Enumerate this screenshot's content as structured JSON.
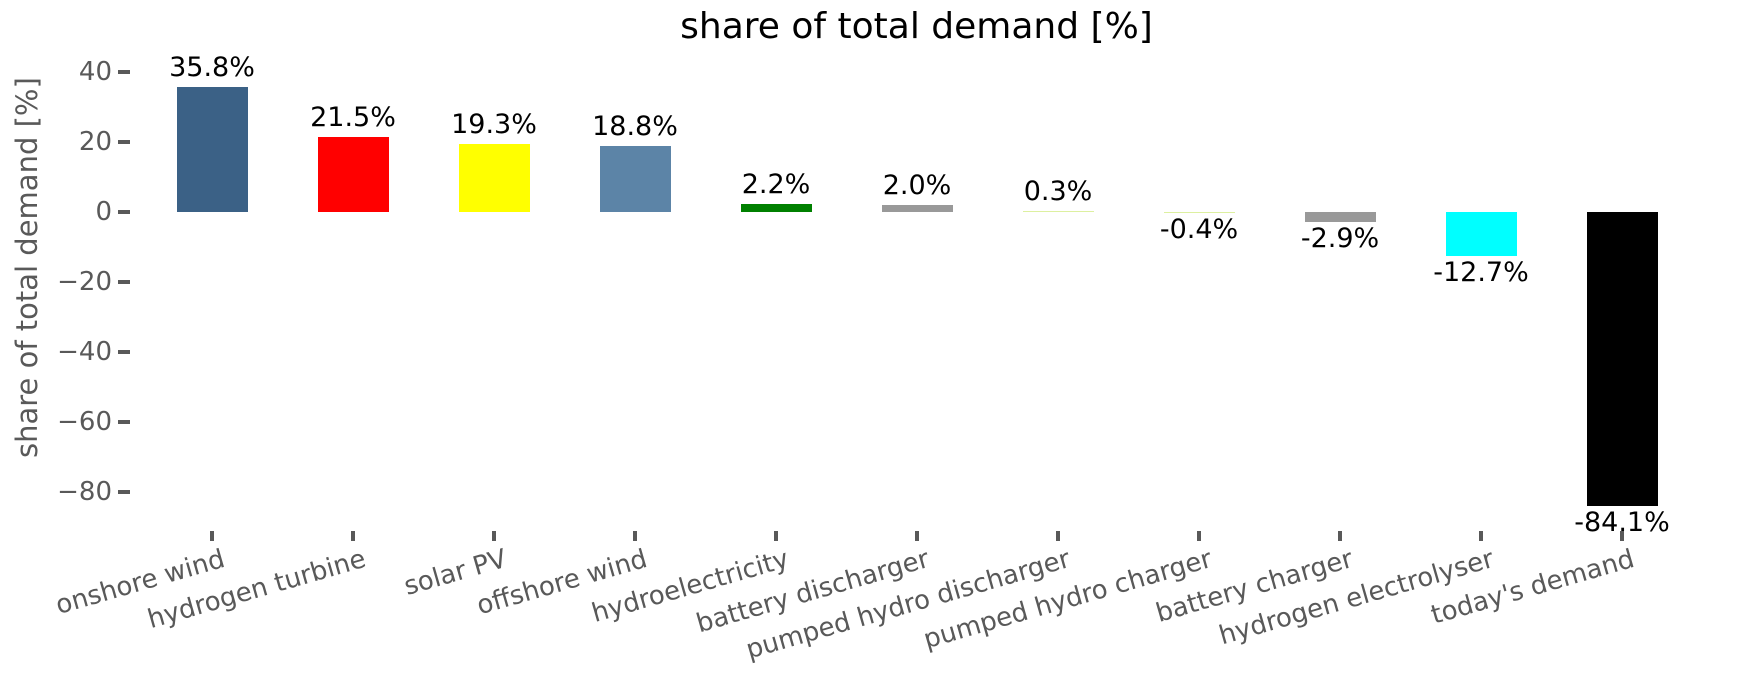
{
  "title": "share of total demand [%]",
  "axes": {
    "ylabel": "share of total demand [%]",
    "axis_text_color": "#595959",
    "ytick_labels": [
      "40",
      "20",
      "0",
      "−20",
      "−40",
      "−60",
      "−80"
    ],
    "yticks": [
      40,
      20,
      0,
      -20,
      -40,
      -60,
      -80
    ]
  },
  "chart_data": {
    "type": "bar",
    "title": "share of total demand [%]",
    "xlabel": "",
    "ylabel": "share of total demand [%]",
    "categories": [
      "onshore wind",
      "hydrogen turbine",
      "solar PV",
      "offshore wind",
      "hydroelectricity",
      "battery discharger",
      "pumped hydro discharger",
      "pumped hydro charger",
      "battery charger",
      "hydrogen electrolyser",
      "today's demand"
    ],
    "values": [
      35.8,
      21.5,
      19.3,
      18.8,
      2.2,
      2.0,
      0.3,
      -0.4,
      -2.9,
      -12.7,
      -84.1
    ],
    "bar_labels": [
      "35.8%",
      "21.5%",
      "19.3%",
      "18.8%",
      "2.2%",
      "2.0%",
      "0.3%",
      "-0.4%",
      "-2.9%",
      "-12.7%",
      "-84.1%"
    ],
    "bar_colors": [
      "#3B6186",
      "#FF0000",
      "#FFFF00",
      "#5C84A7",
      "#008000",
      "#999999",
      "#DDF0A0",
      "#DDF0A0",
      "#999999",
      "#00FFFF",
      "#000000"
    ],
    "yticks": [
      40,
      20,
      0,
      -20,
      -40,
      -60,
      -80
    ],
    "ytick_labels": [
      "40",
      "20",
      "0",
      "−20",
      "−40",
      "−60",
      "−80"
    ],
    "ylim": [
      -91,
      45
    ],
    "grid": false,
    "legend": null,
    "spines_visible": false,
    "x_tick_label_rotation_deg": 16,
    "value_label_color": "#000000"
  }
}
